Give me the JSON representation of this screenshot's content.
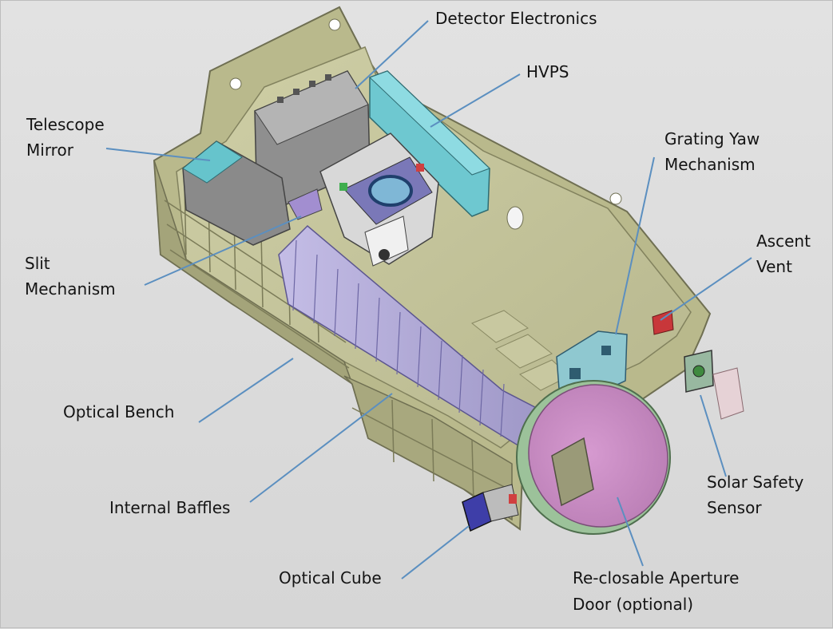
{
  "labels": {
    "detector_electronics": "Detector Electronics",
    "hvps": "HVPS",
    "telescope_mirror_1": "Telescope",
    "telescope_mirror_2": "Mirror",
    "grating_yaw_1": "Grating Yaw",
    "grating_yaw_2": "Mechanism",
    "ascent_vent_1": "Ascent",
    "ascent_vent_2": "Vent",
    "slit_1": "Slit",
    "slit_2": "Mechanism",
    "optical_bench": "Optical Bench",
    "internal_baffles": "Internal Baffles",
    "solar_safety_1": "Solar Safety",
    "solar_safety_2": "Sensor",
    "optical_cube": "Optical Cube",
    "aperture_door_1": "Re-closable Aperture",
    "aperture_door_2": "Door (optional)"
  },
  "colors": {
    "housing": "#b9b98c",
    "housing_dark": "#9c9c70",
    "floor": "#c4c49a",
    "electronics": "#8e8e8e",
    "hvps": "#66c4cc",
    "baffles": "#a9a2cf",
    "door": "#c98cc4",
    "door_rim": "#8fb389",
    "leader": "#5b8fc0"
  }
}
